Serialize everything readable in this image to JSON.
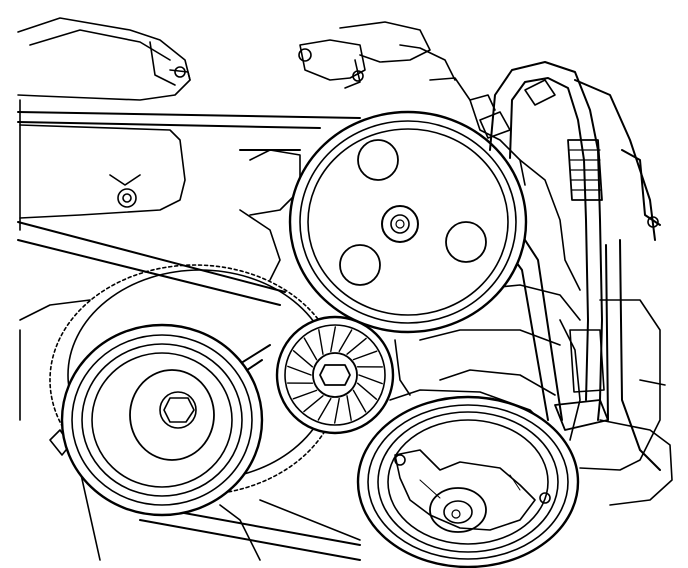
{
  "diagram": {
    "style": "line-art",
    "ink_color": "#000000",
    "paper_color": "#ffffff",
    "components": [
      {
        "id": "power-steering-pulley",
        "holes": 3
      },
      {
        "id": "belt-tensioner-pulley",
        "fins": 18
      },
      {
        "id": "crankshaft-pulley",
        "grooves": 3
      },
      {
        "id": "ac-compressor-pulley",
        "grooves": 3
      },
      {
        "id": "serpentine-belt"
      },
      {
        "id": "ac-hose"
      },
      {
        "id": "engine-block"
      }
    ]
  }
}
